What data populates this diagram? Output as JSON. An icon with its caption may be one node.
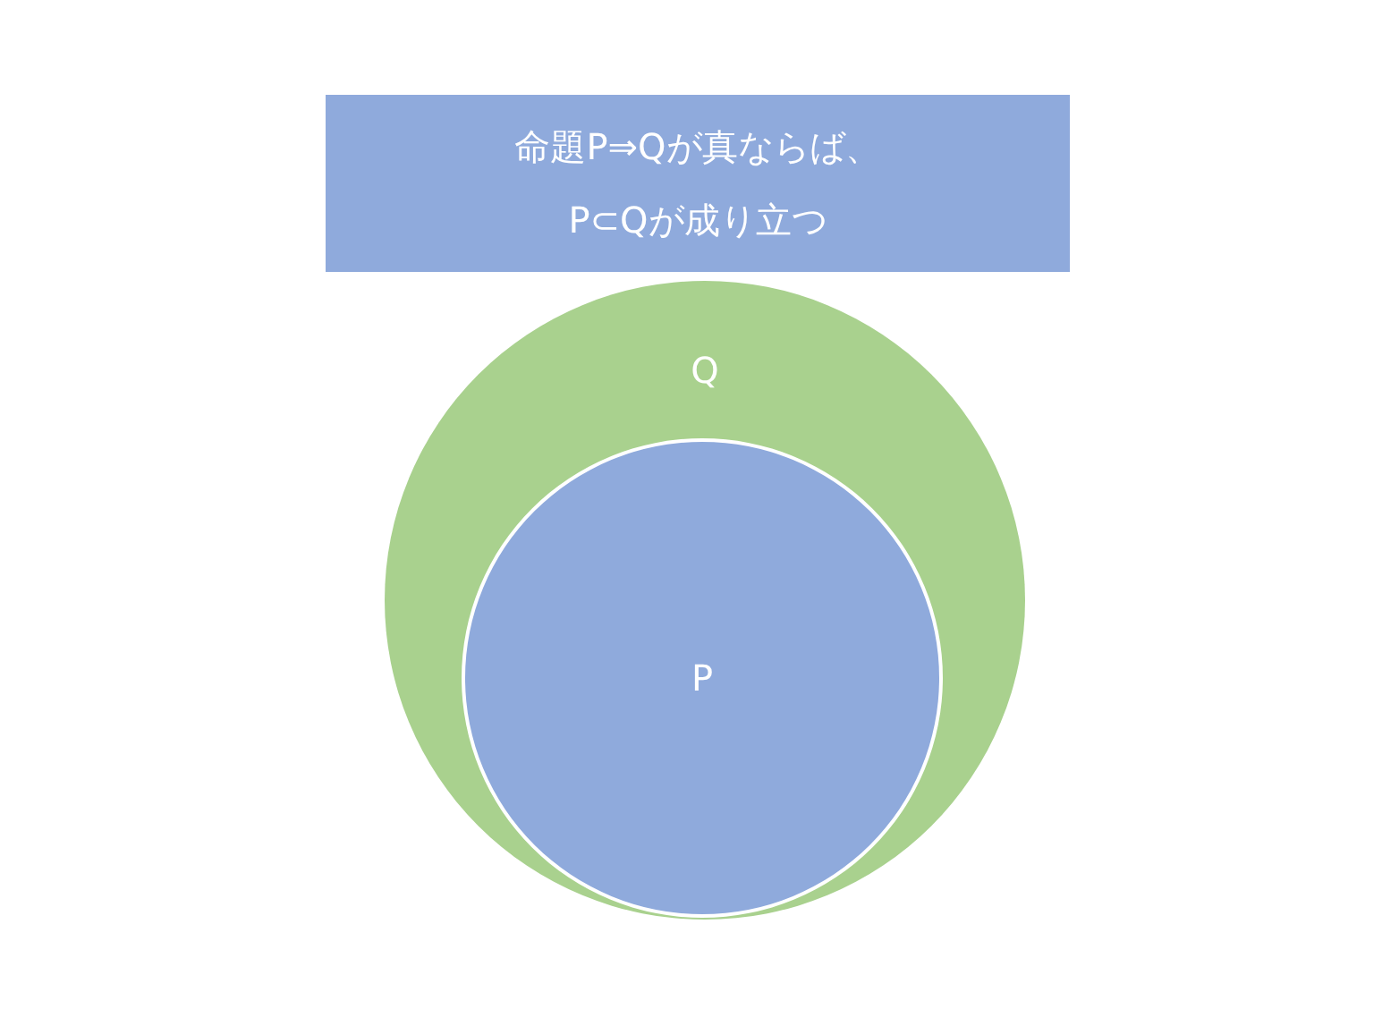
{
  "diagram": {
    "nodes": [
      {
        "text": [
          "命題P⇒Qが真ならば、P⊂Qが成り立つ"
        ]
      },
      {
        "text": [
          "Q"
        ]
      },
      {
        "text": [
          "P"
        ],
        "in": 1
      }
    ]
  }
}
